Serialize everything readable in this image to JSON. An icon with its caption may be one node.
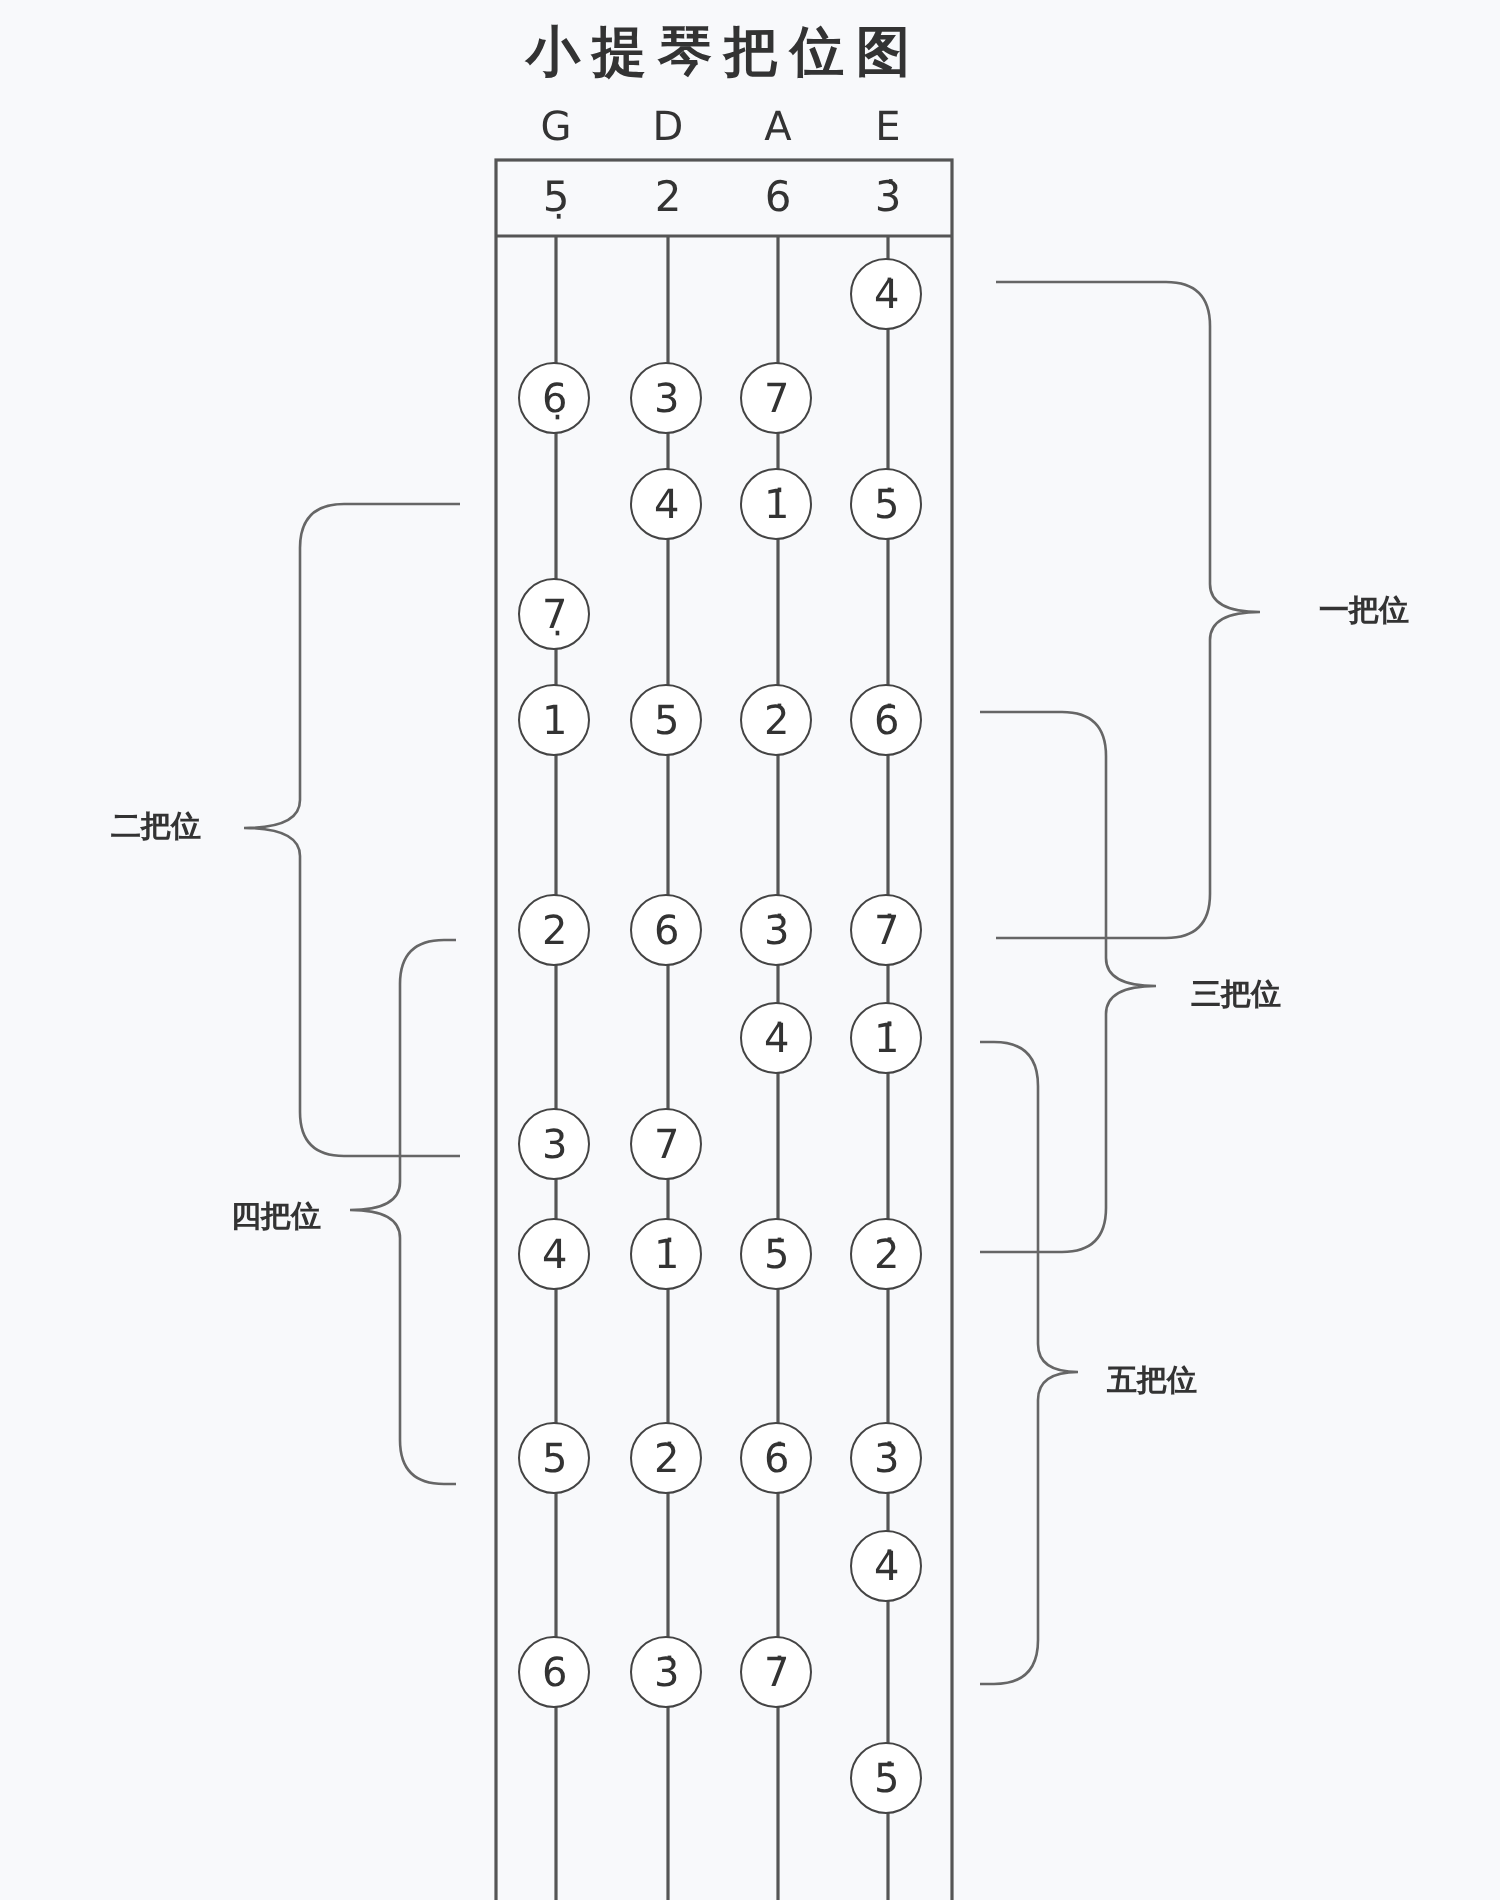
{
  "diagram": {
    "title": "小提琴把位图",
    "nodes": [
      {
        "text": [
          "4̇"
        ]
      },
      {
        "text": [
          "6̣"
        ]
      },
      {
        "text": [
          "3"
        ]
      },
      {
        "text": [
          "7"
        ]
      },
      {
        "text": [
          "4"
        ]
      },
      {
        "text": [
          "1̇"
        ]
      },
      {
        "text": [
          "5̇"
        ]
      },
      {
        "text": [
          "7̣"
        ]
      },
      {
        "text": [
          "1"
        ]
      },
      {
        "text": [
          "5"
        ]
      },
      {
        "text": [
          "2̇"
        ]
      },
      {
        "text": [
          "6̇"
        ]
      },
      {
        "text": [
          "2"
        ]
      },
      {
        "text": [
          "6"
        ]
      },
      {
        "text": [
          "3̇"
        ]
      },
      {
        "text": [
          "7̇"
        ]
      },
      {
        "text": [
          "4̇"
        ]
      },
      {
        "text": [
          "1̇̇"
        ]
      },
      {
        "text": [
          "3"
        ]
      },
      {
        "text": [
          "7"
        ]
      },
      {
        "text": [
          "4"
        ]
      },
      {
        "text": [
          "1̇"
        ]
      },
      {
        "text": [
          "5̇"
        ]
      },
      {
        "text": [
          "2̇̇"
        ]
      },
      {
        "text": [
          "5"
        ]
      },
      {
        "text": [
          "2̇"
        ]
      },
      {
        "text": [
          "6̇"
        ]
      },
      {
        "text": [
          "3̇̇"
        ]
      },
      {
        "text": [
          "4̇̇"
        ]
      },
      {
        "text": [
          "6"
        ]
      },
      {
        "text": [
          "3̇"
        ]
      },
      {
        "text": [
          "7̇"
        ]
      },
      {
        "text": [
          "5̇̇"
        ]
      }
    ],
    "labels": [
      "G",
      "D",
      "A",
      "E",
      "5̣",
      "2",
      "6",
      "3̇",
      "一把位",
      "二把位",
      "三把位",
      "四把位",
      "五把位"
    ]
  }
}
